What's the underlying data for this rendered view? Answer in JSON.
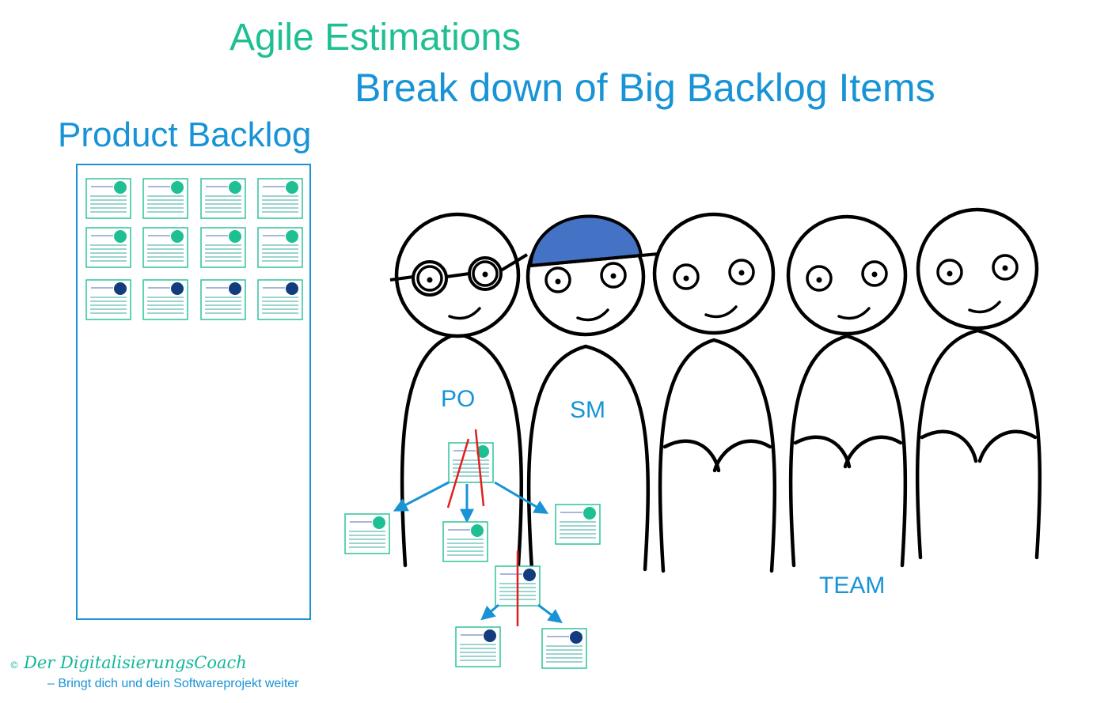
{
  "title": "Agile Estimations",
  "subtitle": "Break down of Big Backlog Items",
  "backlog": {
    "title": "Product Backlog",
    "cards": [
      {
        "dot": "teal"
      },
      {
        "dot": "teal"
      },
      {
        "dot": "teal"
      },
      {
        "dot": "teal"
      },
      {
        "dot": "teal"
      },
      {
        "dot": "teal"
      },
      {
        "dot": "teal"
      },
      {
        "dot": "teal"
      },
      {
        "dot": "navy"
      },
      {
        "dot": "navy"
      },
      {
        "dot": "navy"
      },
      {
        "dot": "navy"
      }
    ]
  },
  "roles": {
    "po": "PO",
    "sm": "SM",
    "team": "TEAM"
  },
  "figures": [
    {
      "role": "po",
      "accessory": "glasses"
    },
    {
      "role": "sm",
      "accessory": "cap"
    },
    {
      "role": "team",
      "accessory": "none"
    },
    {
      "role": "team",
      "accessory": "none"
    },
    {
      "role": "team",
      "accessory": "none"
    }
  ],
  "breakdown": {
    "big_item_dot": "teal",
    "children_level1": [
      "teal",
      "teal",
      "teal"
    ],
    "mid_item_dot": "navy",
    "children_level2": [
      "navy",
      "navy"
    ]
  },
  "branding": {
    "copyright_symbol": "©",
    "name": "Der DigitalisierungsCoach",
    "tagline": "– Bringt dich und dein Softwareprojekt weiter"
  },
  "colors": {
    "card_border": "#1fbf94",
    "card_lines": "#3aa8a0",
    "dot_teal": "#1fbf94",
    "dot_navy": "#123c7e",
    "arrow": "#1793d6",
    "cut_line": "#e02020",
    "cap": "#4472c4",
    "title": "#1fbf94",
    "subtitle": "#1793d6"
  },
  "icons": [
    "index-card-icon",
    "stick-figure-icon",
    "glasses-icon",
    "cap-icon",
    "arrow-icon",
    "cut-line-icon"
  ]
}
